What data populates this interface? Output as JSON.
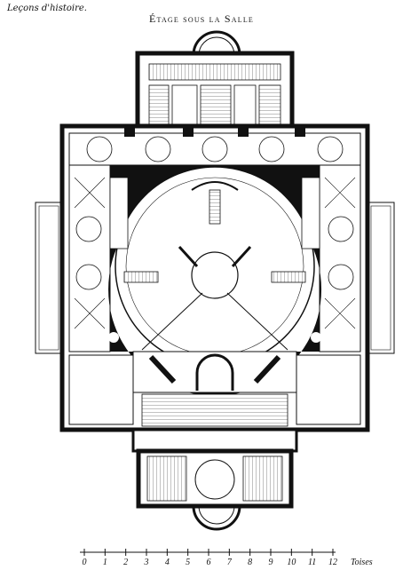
{
  "header": {
    "left_caption": "Leçons d'histoire.",
    "title": "Étage sous la Salle"
  },
  "scale": {
    "unit_label": "Toises",
    "ticks": [
      "0",
      "1",
      "2",
      "3",
      "4",
      "5",
      "6",
      "7",
      "8",
      "9",
      "10",
      "11",
      "12"
    ]
  },
  "palette": {
    "ink": "#111111",
    "paper": "#ffffff"
  }
}
